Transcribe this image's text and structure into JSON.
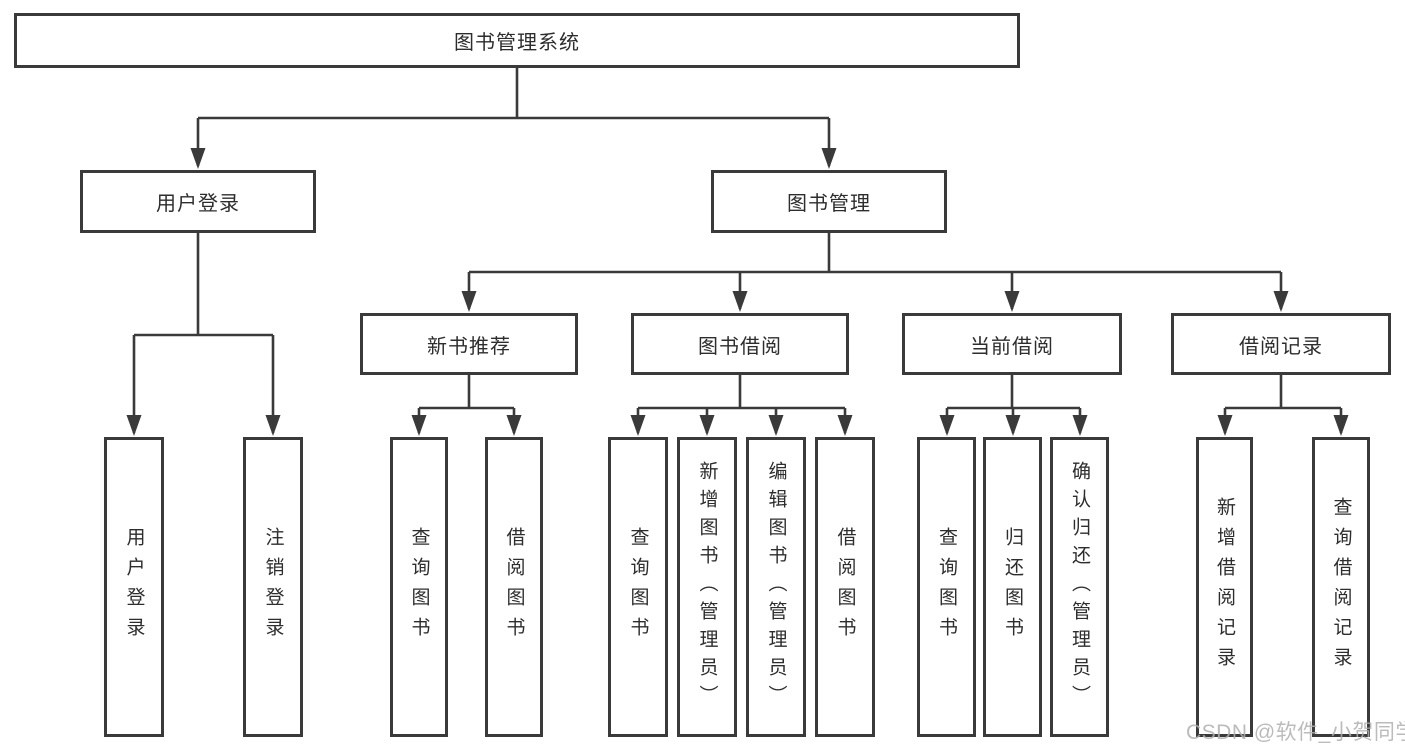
{
  "title": {
    "label": "图书管理系统"
  },
  "level2": {
    "user_login": {
      "label": "用户登录"
    },
    "book_management": {
      "label": "图书管理"
    }
  },
  "level3": {
    "new_book_recommend": {
      "label": "新书推荐"
    },
    "book_borrowing": {
      "label": "图书借阅"
    },
    "current_borrowing": {
      "label": "当前借阅"
    },
    "borrowing_records": {
      "label": "借阅记录"
    }
  },
  "level4": {
    "user_login_leaf": {
      "label": "用户登录"
    },
    "logout": {
      "label": "注销登录"
    },
    "nb_query_books": {
      "label": "查询图书"
    },
    "nb_borrow_books": {
      "label": "借阅图书"
    },
    "bb_query_books": {
      "label": "查询图书"
    },
    "bb_add_books_admin": {
      "label": "新增图书（管理员）"
    },
    "bb_edit_books_admin": {
      "label": "编辑图书（管理员）"
    },
    "bb_borrow_books": {
      "label": "借阅图书"
    },
    "cb_query_books": {
      "label": "查询图书"
    },
    "cb_return_books": {
      "label": "归还图书"
    },
    "cb_confirm_return_admin": {
      "label": "确认归还（管理员）"
    },
    "br_add_record": {
      "label": "新增借阅记录"
    },
    "br_query_record": {
      "label": "查询借阅记录"
    }
  },
  "watermark": {
    "text": "CSDN @软件_小贺同学"
  },
  "colors": {
    "line": "#3a3a3a",
    "text": "#2d2d2d",
    "background": "#ffffff",
    "watermark": "#b0b0b0"
  }
}
